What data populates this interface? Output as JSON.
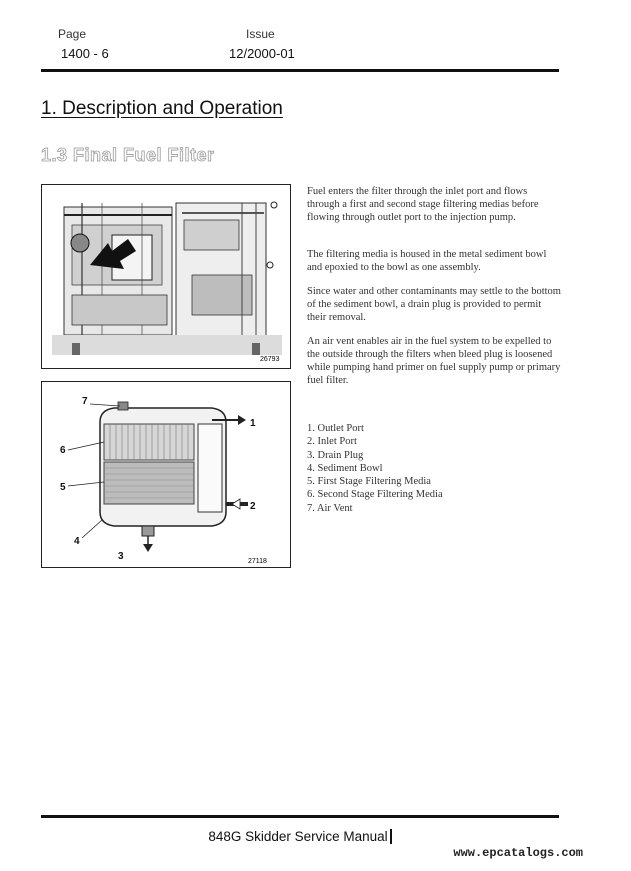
{
  "header": {
    "page_label": "Page",
    "page_value": "1400 - 6",
    "issue_label": "Issue",
    "issue_value": "12/2000-01"
  },
  "section": {
    "title": "1.  Description and Operation",
    "subtitle": "1.3  Final Fuel Filter"
  },
  "paragraphs": [
    "Fuel enters the filter through the inlet port and flows through a first and second stage filtering medias before flowing through outlet port to the injection pump.",
    "The filtering media is housed in the metal sediment bowl and epoxied to the bowl as one assembly.",
    "Since water and other contaminants may settle to the bottom of the sediment bowl, a drain plug is provided to permit their removal.",
    "An air vent enables air in the fuel system to be expelled to the outside through the filters when bleed plug is loosened while pumping hand primer on fuel supply pump or primary fuel filter."
  ],
  "figures": {
    "engine_photo_number": "26793",
    "filter_diagram_number": "27118",
    "callouts": [
      "1",
      "2",
      "3",
      "4",
      "5",
      "6",
      "7"
    ]
  },
  "legend": [
    "1.  Outlet Port",
    "2.  Inlet Port",
    "3.  Drain Plug",
    "4.  Sediment Bowl",
    "5.  First Stage Filtering Media",
    "6.  Second Stage Filtering Media",
    "7.  Air Vent"
  ],
  "footer": {
    "manual_title": "848G Skidder Service Manual",
    "watermark": "www.epcatalogs.com"
  }
}
